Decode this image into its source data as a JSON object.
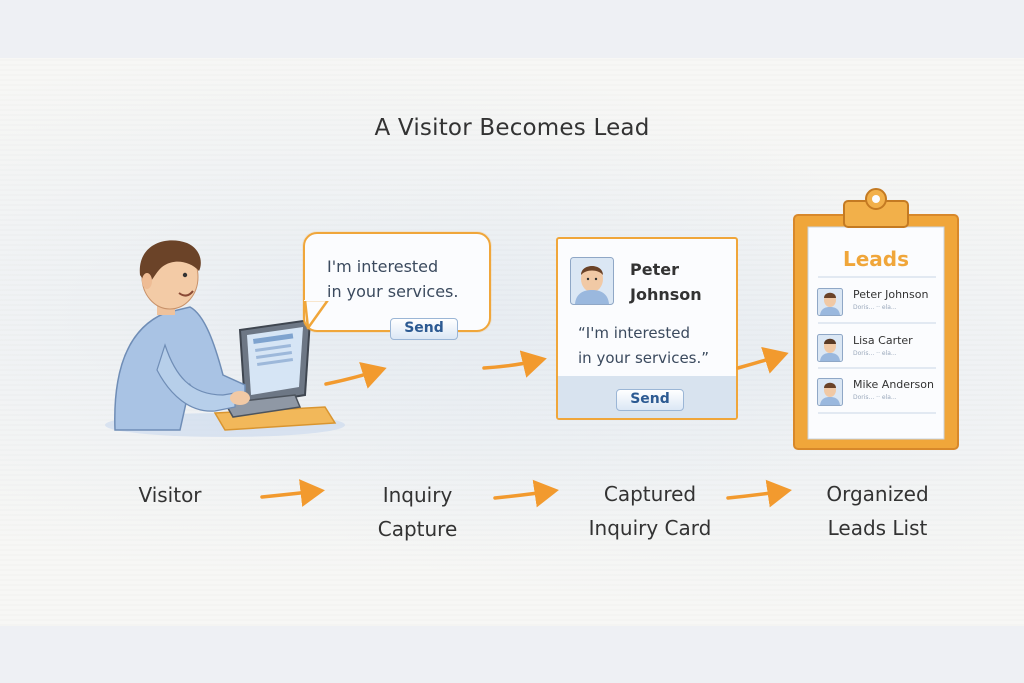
{
  "title": "A Visitor Becomes Lead",
  "bubble": {
    "text": "I'm interested\nin your services.",
    "button_label": "Send"
  },
  "card": {
    "name": "Peter\nJohnson",
    "quote": "“I'm interested\nin your services.”",
    "button_label": "Send"
  },
  "clipboard": {
    "title": "Leads",
    "leads": [
      {
        "name": "Peter Johnson",
        "sub": "Doris... ·· ela..."
      },
      {
        "name": "Lisa Carter",
        "sub": "Doris... ·· ela..."
      },
      {
        "name": "Mike Anderson",
        "sub": "Doris... ·· ela..."
      }
    ]
  },
  "steps": [
    {
      "label": "Visitor"
    },
    {
      "label": "Inquiry\nCapture"
    },
    {
      "label": "Captured\nInquiry Card"
    },
    {
      "label": "Organized\nLeads List"
    }
  ],
  "colors": {
    "accent": "#f0a63a",
    "arrow": "#f29a2e",
    "button_text": "#2c5a92",
    "shirt": "#a9c3e4"
  }
}
